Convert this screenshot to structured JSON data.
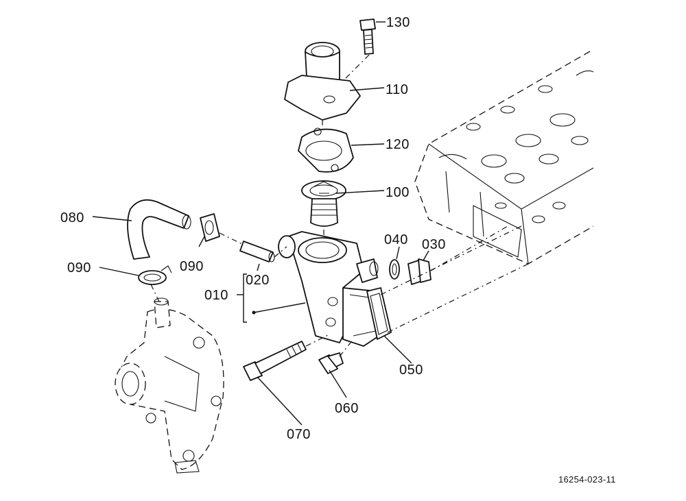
{
  "diagram": {
    "labels": {
      "p130": "130",
      "p110": "110",
      "p120": "120",
      "p100": "100",
      "p080": "080",
      "p090a": "090",
      "p090b": "090",
      "p040": "040",
      "p030": "030",
      "p020": "020",
      "p010": "010",
      "p050": "050",
      "p060": "060",
      "p070": "070"
    },
    "reference": "16254-023-11"
  }
}
